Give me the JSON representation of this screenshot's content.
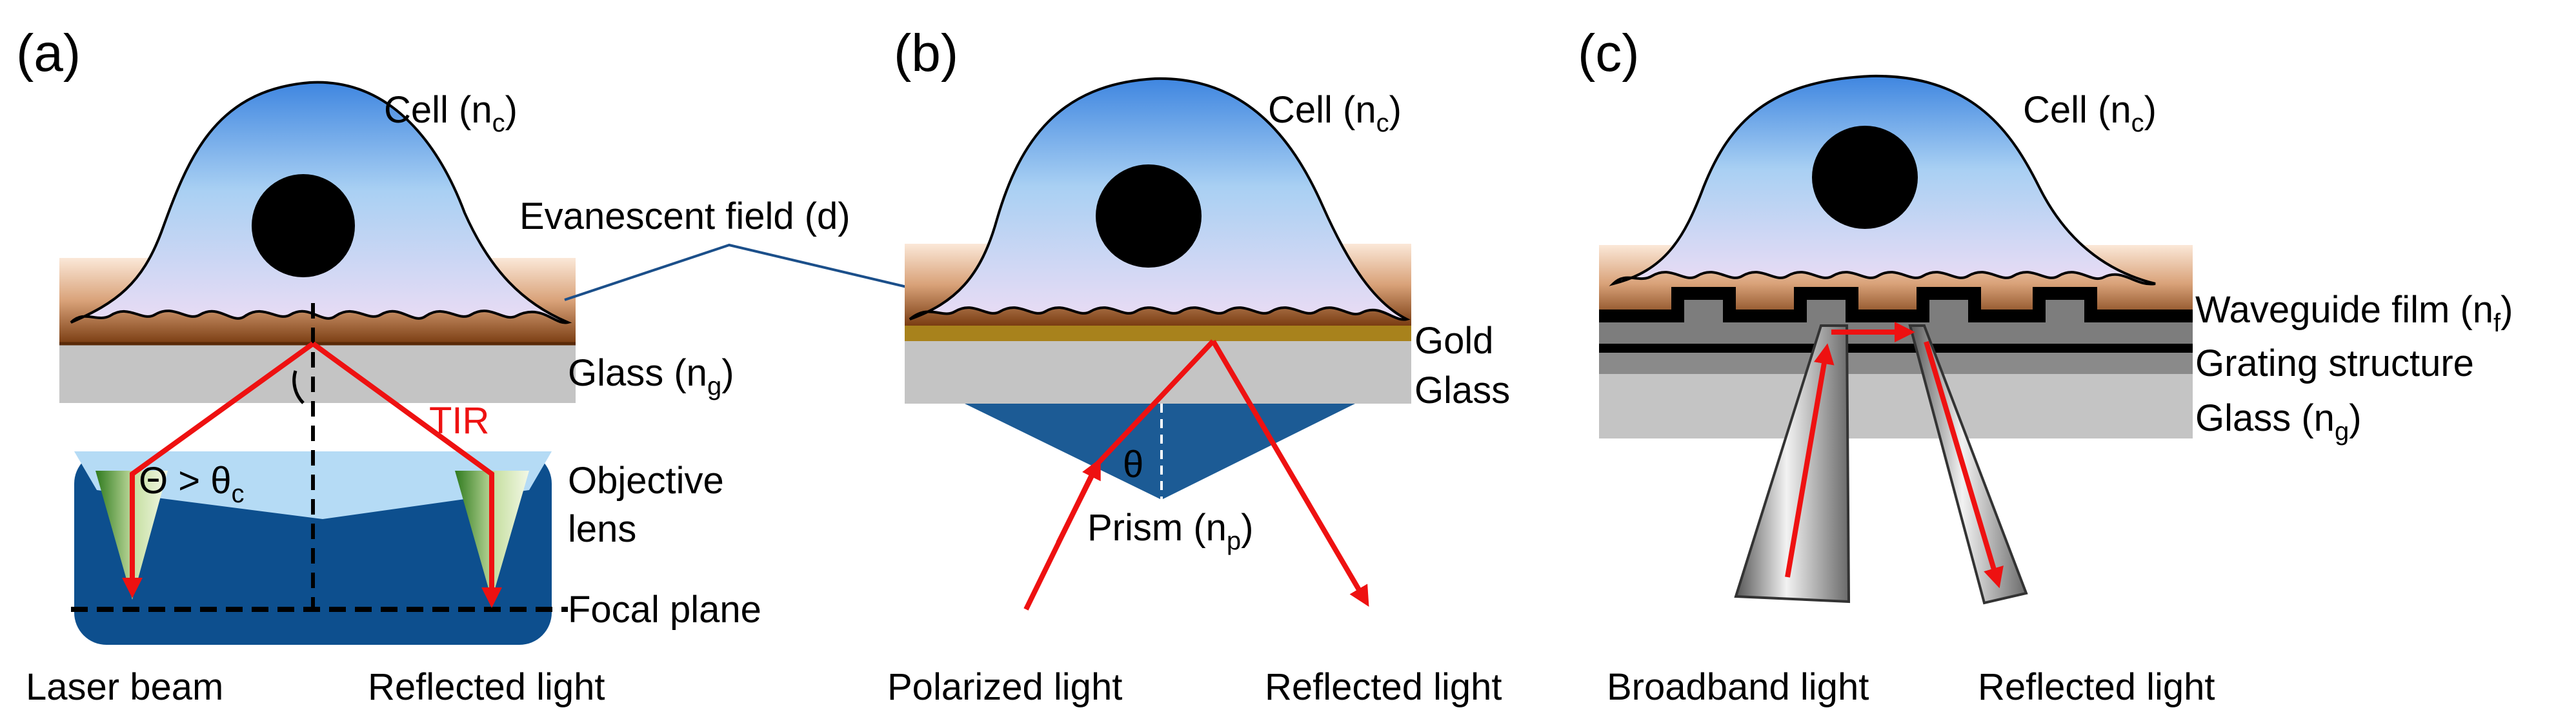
{
  "panels": {
    "a": {
      "tag": "(a)",
      "cell": "Cell (n",
      "cell_sub": "c",
      "cell_close": ")",
      "evanescent": "Evanescent field (d)",
      "glass": "Glass (n",
      "glass_sub": "g",
      "glass_close": ")",
      "tir": "TIR",
      "angle": "Θ > θ",
      "angle_sub": "c",
      "objective_1": "Objective",
      "objective_2": "lens",
      "focal": "Focal plane",
      "laser": "Laser beam",
      "reflected": "Reflected light"
    },
    "b": {
      "tag": "(b)",
      "cell": "Cell (n",
      "cell_sub": "c",
      "cell_close": ")",
      "gold": "Gold",
      "glass": "Glass",
      "theta": "θ",
      "prism": "Prism (n",
      "prism_sub": "p",
      "prism_close": ")",
      "polarized": "Polarized light",
      "reflected": "Reflected light"
    },
    "c": {
      "tag": "(c)",
      "cell": "Cell (n",
      "cell_sub": "c",
      "cell_close": ")",
      "waveguide": "Waveguide film (n",
      "waveguide_sub": "f",
      "waveguide_close": ")",
      "grating": "Grating structure",
      "glass": "Glass (n",
      "glass_sub": "g",
      "glass_close": ")",
      "broadband": "Broadband light",
      "reflected": "Reflected light"
    }
  },
  "colors": {
    "beam": "#ee1111",
    "prism": "#1c5b95",
    "gold": "#a8821c",
    "glass": "#c4c4c4",
    "objective": "#0d4f8e",
    "evanescent_line": "#1b4f8a"
  }
}
